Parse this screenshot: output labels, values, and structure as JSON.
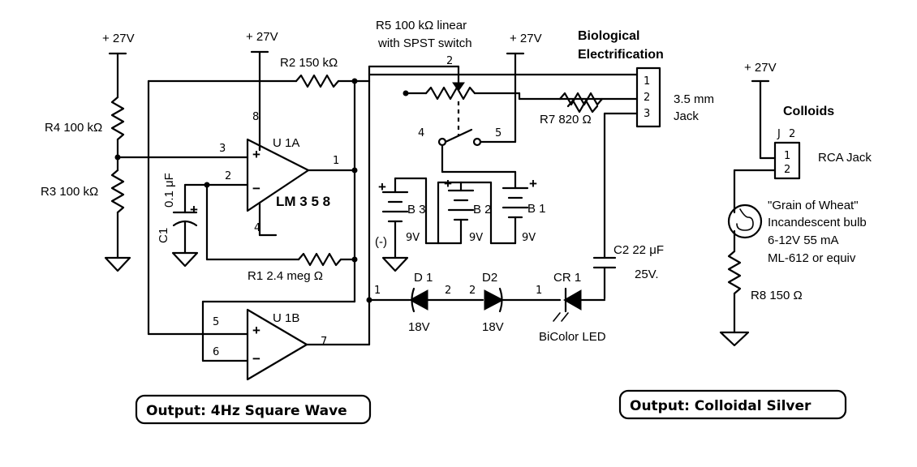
{
  "supply": {
    "rail": "+ 27V"
  },
  "resistors": {
    "r4": "R4 100 kΩ",
    "r3": "R3 100 kΩ",
    "r2": "R2 150 kΩ",
    "r1": "R1 2.4 meg Ω",
    "r7": "R7 820 Ω",
    "r8": "R8 150 Ω",
    "r5_line1": "R5 100 kΩ linear",
    "r5_line2": "with SPST switch"
  },
  "capacitors": {
    "c1_name": "C1",
    "c1_value": "0.1 μF",
    "c2_name": "C2 22 μF",
    "c2_voltage": "25V."
  },
  "opamps": {
    "u1a": "U 1A",
    "u1b": "U 1B",
    "chip": "LM 3 5 8",
    "plus": "+",
    "minus": "−"
  },
  "pins": {
    "u1a_8": "8",
    "u1a_3": "3",
    "u1a_2": "2",
    "u1a_4": "4",
    "u1a_1": "1",
    "u1b_5": "5",
    "u1b_6": "6",
    "u1b_7": "7",
    "r5_2": "2",
    "sw_4": "4",
    "sw_5": "5",
    "d_1a": "1",
    "d_2": "2",
    "d_2b": "2",
    "d_1b": "1",
    "jack_1": "1",
    "jack_2": "2",
    "jack_3": "3",
    "rca_j": "J",
    "rca_2": "2",
    "rca_1": "1",
    "rca_2b": "2"
  },
  "batteries": {
    "b1": "B 1",
    "b2": "B 2",
    "b3": "B 3",
    "volt": "9V",
    "plus": "+",
    "minus_label": "(-)"
  },
  "diodes": {
    "d1": "D 1",
    "d2": "D2",
    "cr1": "CR 1",
    "d1_v": "18V",
    "d2_v": "18V",
    "led": "BiColor LED"
  },
  "bio": {
    "title_line1": "Biological",
    "title_line2": "Electrification",
    "jack_line1": "3.5 mm",
    "jack_line2": "Jack"
  },
  "colloids": {
    "title": "Colloids",
    "rca": "RCA Jack",
    "bulb_line1": "\"Grain of Wheat\"",
    "bulb_line2": "Incandescent bulb",
    "bulb_line3": "6-12V 55 mA",
    "bulb_line4": "ML-612 or equiv"
  },
  "outputs": {
    "square": "Output: 4Hz Square Wave",
    "silver": "Output: Colloidal Silver"
  }
}
